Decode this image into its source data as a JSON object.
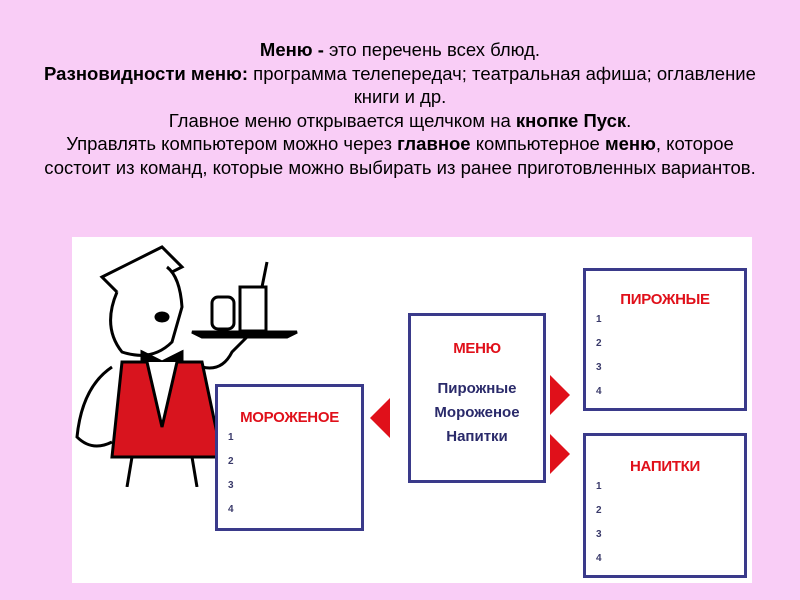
{
  "text": {
    "l1_b": "Меню -",
    "l1": " это перечень всех блюд.",
    "l2_b": "Разновидности меню:",
    "l2": " программа телепередач; театральная афиша; оглавление книги и др.",
    "l3": "Главное меню открывается щелчком на ",
    "l3_b": "кнопке Пуск",
    "l3_end": ".",
    "l4": "Управлять компьютером можно через ",
    "l4_b": "главное",
    "l4b": " компьютерное ",
    "l4_b2": "меню",
    "l4c": ", которое состоит из команд, которые можно выбирать из ранее приготовленных вариантов."
  },
  "diagram": {
    "menu": {
      "title": "МЕНЮ",
      "items": [
        "Пирожные",
        "Мороженое",
        "Напитки"
      ]
    },
    "icecream": {
      "title": "МОРОЖЕНОЕ",
      "items": [
        "1",
        "2",
        "3",
        "4"
      ]
    },
    "pastries": {
      "title": "ПИРОЖНЫЕ",
      "items": [
        "1",
        "2",
        "3",
        "4"
      ]
    },
    "drinks": {
      "title": "НАПИТКИ",
      "items": [
        "1",
        "2",
        "3",
        "4"
      ]
    }
  }
}
